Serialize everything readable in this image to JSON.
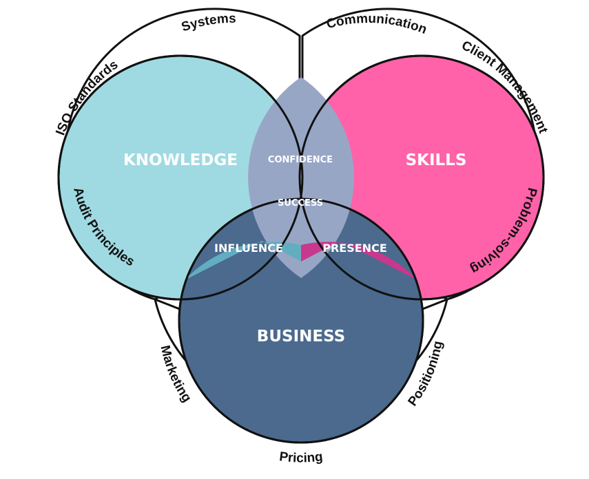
{
  "colors": {
    "knowledge": "#9fdae2",
    "skills": "#ff62a8",
    "business": "#4b6a8e",
    "confidence": "#98a6c6",
    "influence": "#62aec0",
    "presence": "#c8388c",
    "success": "#8e9ab8",
    "outline": "#111111",
    "ring_fill": "#ffffff"
  },
  "circles": {
    "knowledge": "KNOWLEDGE",
    "skills": "SKILLS",
    "business": "BUSINESS"
  },
  "overlaps": {
    "confidence": "CONFIDENCE",
    "influence": "INFLUENCE",
    "presence": "PRESENCE",
    "success": "SUCCESS"
  },
  "ring_labels": {
    "systems": "Systems",
    "iso_standards": "ISO Standards",
    "audit_principles": "Audit Principles",
    "communication": "Communication",
    "client_management": "Client Management",
    "problem_solving": "Problem-solving",
    "marketing": "Marketing",
    "pricing": "Pricing",
    "positioning": "Positioning"
  }
}
